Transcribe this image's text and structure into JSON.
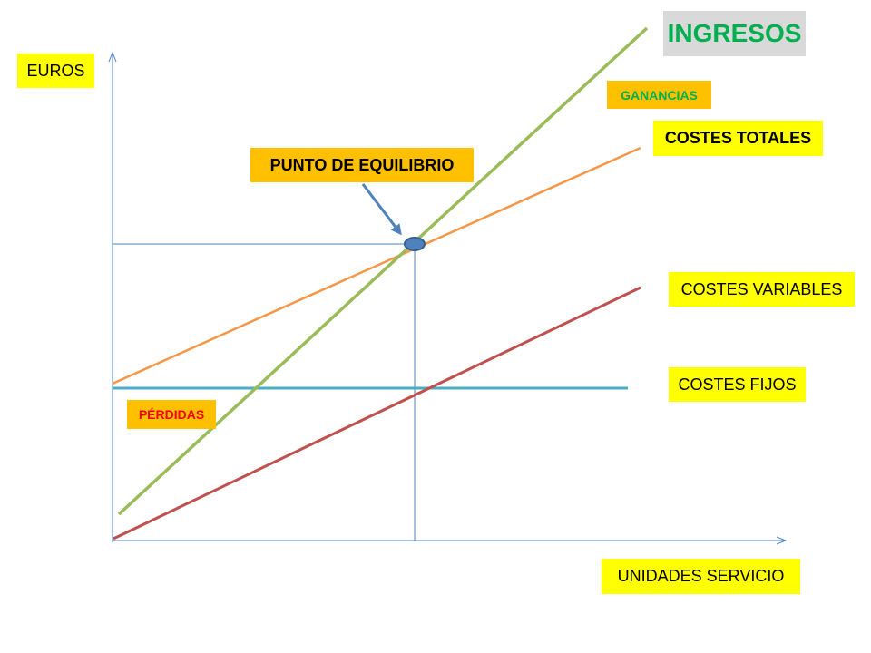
{
  "labels": {
    "euros": "EUROS",
    "ingresos": "INGRESOS",
    "ganancias": "GANANCIAS",
    "costes_totales": "COSTES TOTALES",
    "punto_equilibrio": "PUNTO DE EQUILIBRIO",
    "costes_variables": "COSTES VARIABLES",
    "costes_fijos": "COSTES FIJOS",
    "perdidas": "PÉRDIDAS",
    "unidades_servicio": "UNIDADES SERVICIO"
  },
  "colors": {
    "ingresos": "#9bbb59",
    "costes_totales": "#f79646",
    "costes_variables": "#c0504d",
    "costes_fijos": "#4bacc6",
    "axes": "#4f81bd",
    "equilibrium_point": "#4f81bd",
    "label_yellow": "#ffff00",
    "label_orange": "#ffc000",
    "label_grey": "#d9d9d9",
    "ingresos_text": "#00b050",
    "ganancias_text": "#00b050",
    "perdidas_text": "#ff0000"
  }
}
